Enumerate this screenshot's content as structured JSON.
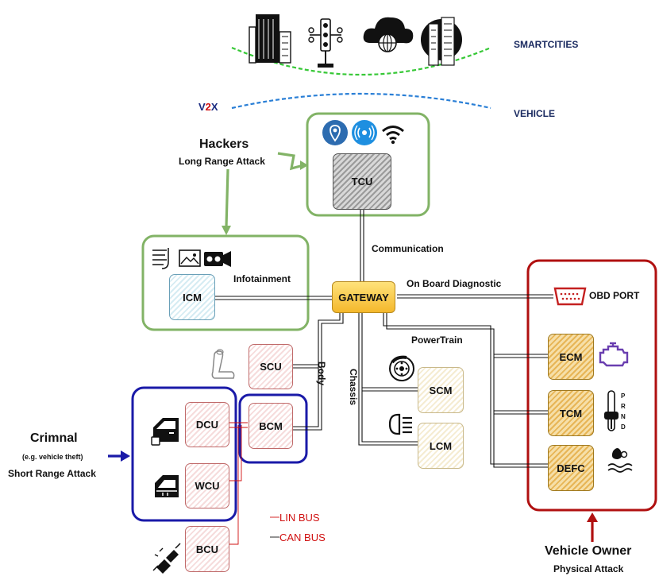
{
  "labels": {
    "smartcities": "SMARTCITIES",
    "vehicle": "VEHICLE",
    "v2x_v": "V",
    "v2x_2": "2",
    "v2x_x": "X",
    "hackers": "Hackers",
    "long_range": "Long Range Attack",
    "communication": "Communication",
    "infotainment": "Infotainment",
    "obd_diag": "On Board Diagnostic",
    "obd_port": "OBD PORT",
    "powertrain": "PowerTrain",
    "body": "Body",
    "chassis": "Chassis",
    "criminal": "Crimnal",
    "criminal_sub": "(e.g. vehicle theft)",
    "short_range": "Short Range Attack",
    "owner": "Vehicle Owner",
    "physical": "Physical Attack",
    "lin_bus": "LIN BUS",
    "can_bus": "CAN BUS",
    "prnd": [
      "P",
      "R",
      "N",
      "D"
    ]
  },
  "nodes": {
    "tcu": "TCU",
    "icm": "ICM",
    "gateway": "GATEWAY",
    "scu": "SCU",
    "dcu": "DCU",
    "bcm": "BCM",
    "wcu": "WCU",
    "bcu": "BCU",
    "scm": "SCM",
    "lcm": "LCM",
    "ecm": "ECM",
    "tcm": "TCM",
    "defc": "DEFC"
  },
  "colors": {
    "green_zone": "#82b366",
    "blue_zone": "#1a1aa8",
    "red_zone": "#b01010",
    "lin_bus": "#d01010",
    "v2x_red": "#d01010",
    "v2x_blue": "#1a2a80"
  },
  "icons": [
    "building-icon",
    "traffic-light-icon",
    "cloud-globe-icon",
    "skyscraper-icon",
    "location-pin-icon",
    "broadcast-icon",
    "wifi-icon",
    "menu-icon",
    "image-icon",
    "camera-icon",
    "car-seat-icon",
    "car-door-icon",
    "car-window-icon",
    "seatbelt-icon",
    "brake-disc-icon",
    "headlight-icon",
    "engine-icon",
    "gear-shift-icon",
    "def-fluid-icon",
    "obd-connector-icon"
  ]
}
